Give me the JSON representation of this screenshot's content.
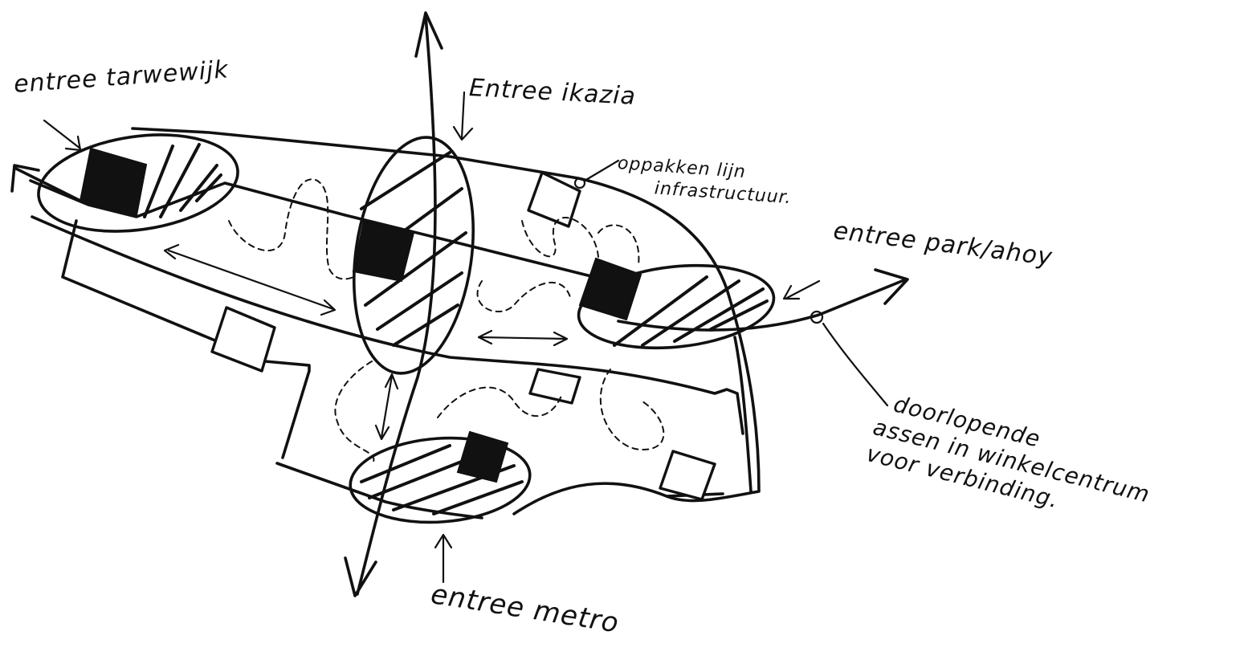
{
  "labels": {
    "entree_tarwewijk": "entree tarwewijk",
    "entree_ikazia": "Entree ikazia",
    "oppakken": [
      "oppakken lijn",
      "infrastructuur."
    ],
    "entree_park_ahoy": "entree park/ahoy",
    "doorlopende": [
      "doorlopende",
      "assen in winkelcentrum",
      "voor verbinding."
    ],
    "entree_metro": "entree metro"
  },
  "colors": {
    "ink": "#111111",
    "paper": "#ffffff"
  }
}
